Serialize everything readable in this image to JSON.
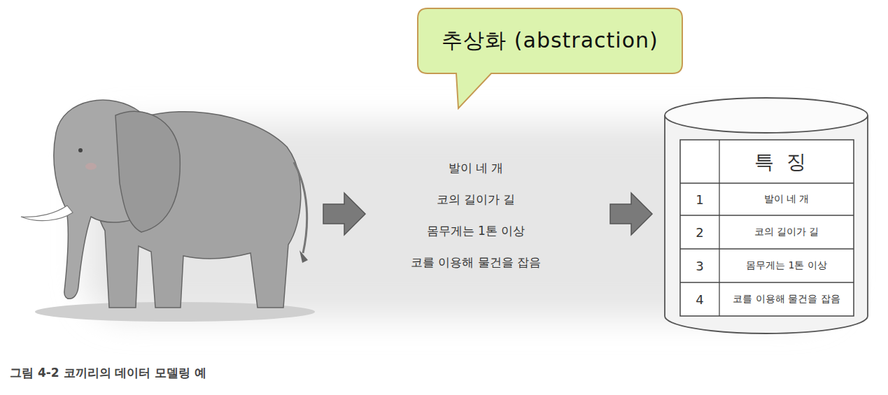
{
  "diagram": {
    "caption": "그림 4-2 코끼리의 데이터 모델링 예",
    "nodes": [
      {
        "text": [
          "추상화 (abstraction)"
        ]
      }
    ],
    "labels": [
      "발이 네 개",
      "코의 길이가 길",
      "몸무게는 1톤 이상",
      "코를 이용해 물건을 잡음",
      "특징",
      "1",
      "발이 네 개",
      "2",
      "코의 길이가 길",
      "3",
      "몸무게는 1톤 이상",
      "4",
      "코를 이용해 물건을 잡음"
    ]
  }
}
